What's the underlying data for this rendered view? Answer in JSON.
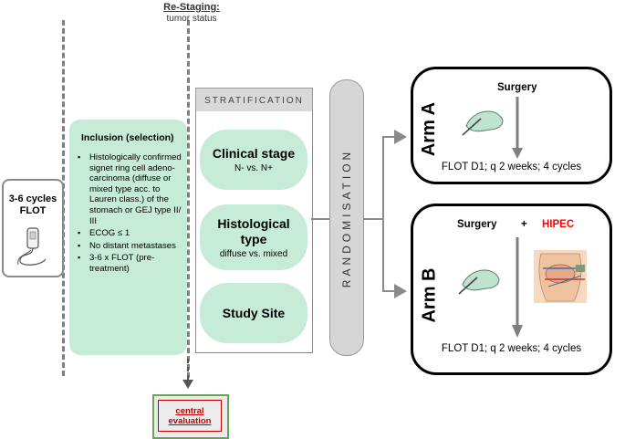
{
  "restaging": {
    "title": "Re-Staging:",
    "subtitle": "tumor status"
  },
  "flot_box": {
    "line1": "3-6 cycles",
    "line2": "FLOT"
  },
  "inclusion": {
    "title": "Inclusion (selection)",
    "items": [
      "Histologically confirmed signet ring cell adeno-carcinoma (diffuse or mixed type acc. to Lauren class.) of the stomach or GEJ type II/ III",
      "ECOG ≤ 1",
      "No distant metastases",
      "3-6 x FLOT (pre-treatment)"
    ]
  },
  "stratification": {
    "header": "STRATIFICATION",
    "items": [
      {
        "title": "Clinical stage",
        "subtitle": "N- vs. N+"
      },
      {
        "title": "Histological type",
        "subtitle": "diffuse vs. mixed"
      },
      {
        "title": "Study Site",
        "subtitle": ""
      }
    ]
  },
  "randomisation": "RANDOMISATION",
  "arm_a": {
    "label": "Arm A",
    "surgery": "Surgery",
    "schedule": "FLOT D1; q 2 weeks; 4 cycles"
  },
  "arm_b": {
    "label": "Arm B",
    "surgery": "Surgery",
    "plus": "+",
    "hipec": "HIPEC",
    "schedule": "FLOT D1; q 2 weeks; 4 cycles"
  },
  "central": {
    "line1": "central",
    "line2": "evaluation"
  },
  "colors": {
    "green_fill": "#c6ebd7",
    "grey_fill": "#d6d6d6",
    "arrow": "#8a8a8a",
    "hipec_red": "#ff0000",
    "central_red": "#c00000"
  }
}
